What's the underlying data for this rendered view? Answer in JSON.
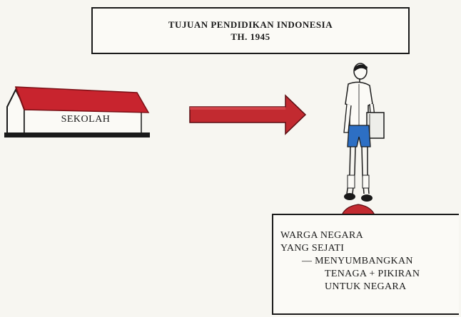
{
  "title": {
    "line1": "TUJUAN PENDIDIKAN INDONESIA",
    "line2": "TH. 1945"
  },
  "school": {
    "label": "SEKOLAH"
  },
  "caption": {
    "line1": "WARGA NEGARA",
    "line2": "YANG SEJATI",
    "line3": "— MENYUMBANGKAN",
    "line4": "TENAGA + PIKIRAN",
    "line5": "UNTUK NEGARA"
  },
  "colors": {
    "roof": "#c8242e",
    "arrow": "#c22a30",
    "shorts": "#2d6fc4",
    "ink": "#1a1a1a"
  },
  "icons": {
    "school": "school-building-icon",
    "arrow": "right-arrow-icon",
    "student": "student-figure-icon",
    "up_arrow": "up-arrow-icon"
  }
}
